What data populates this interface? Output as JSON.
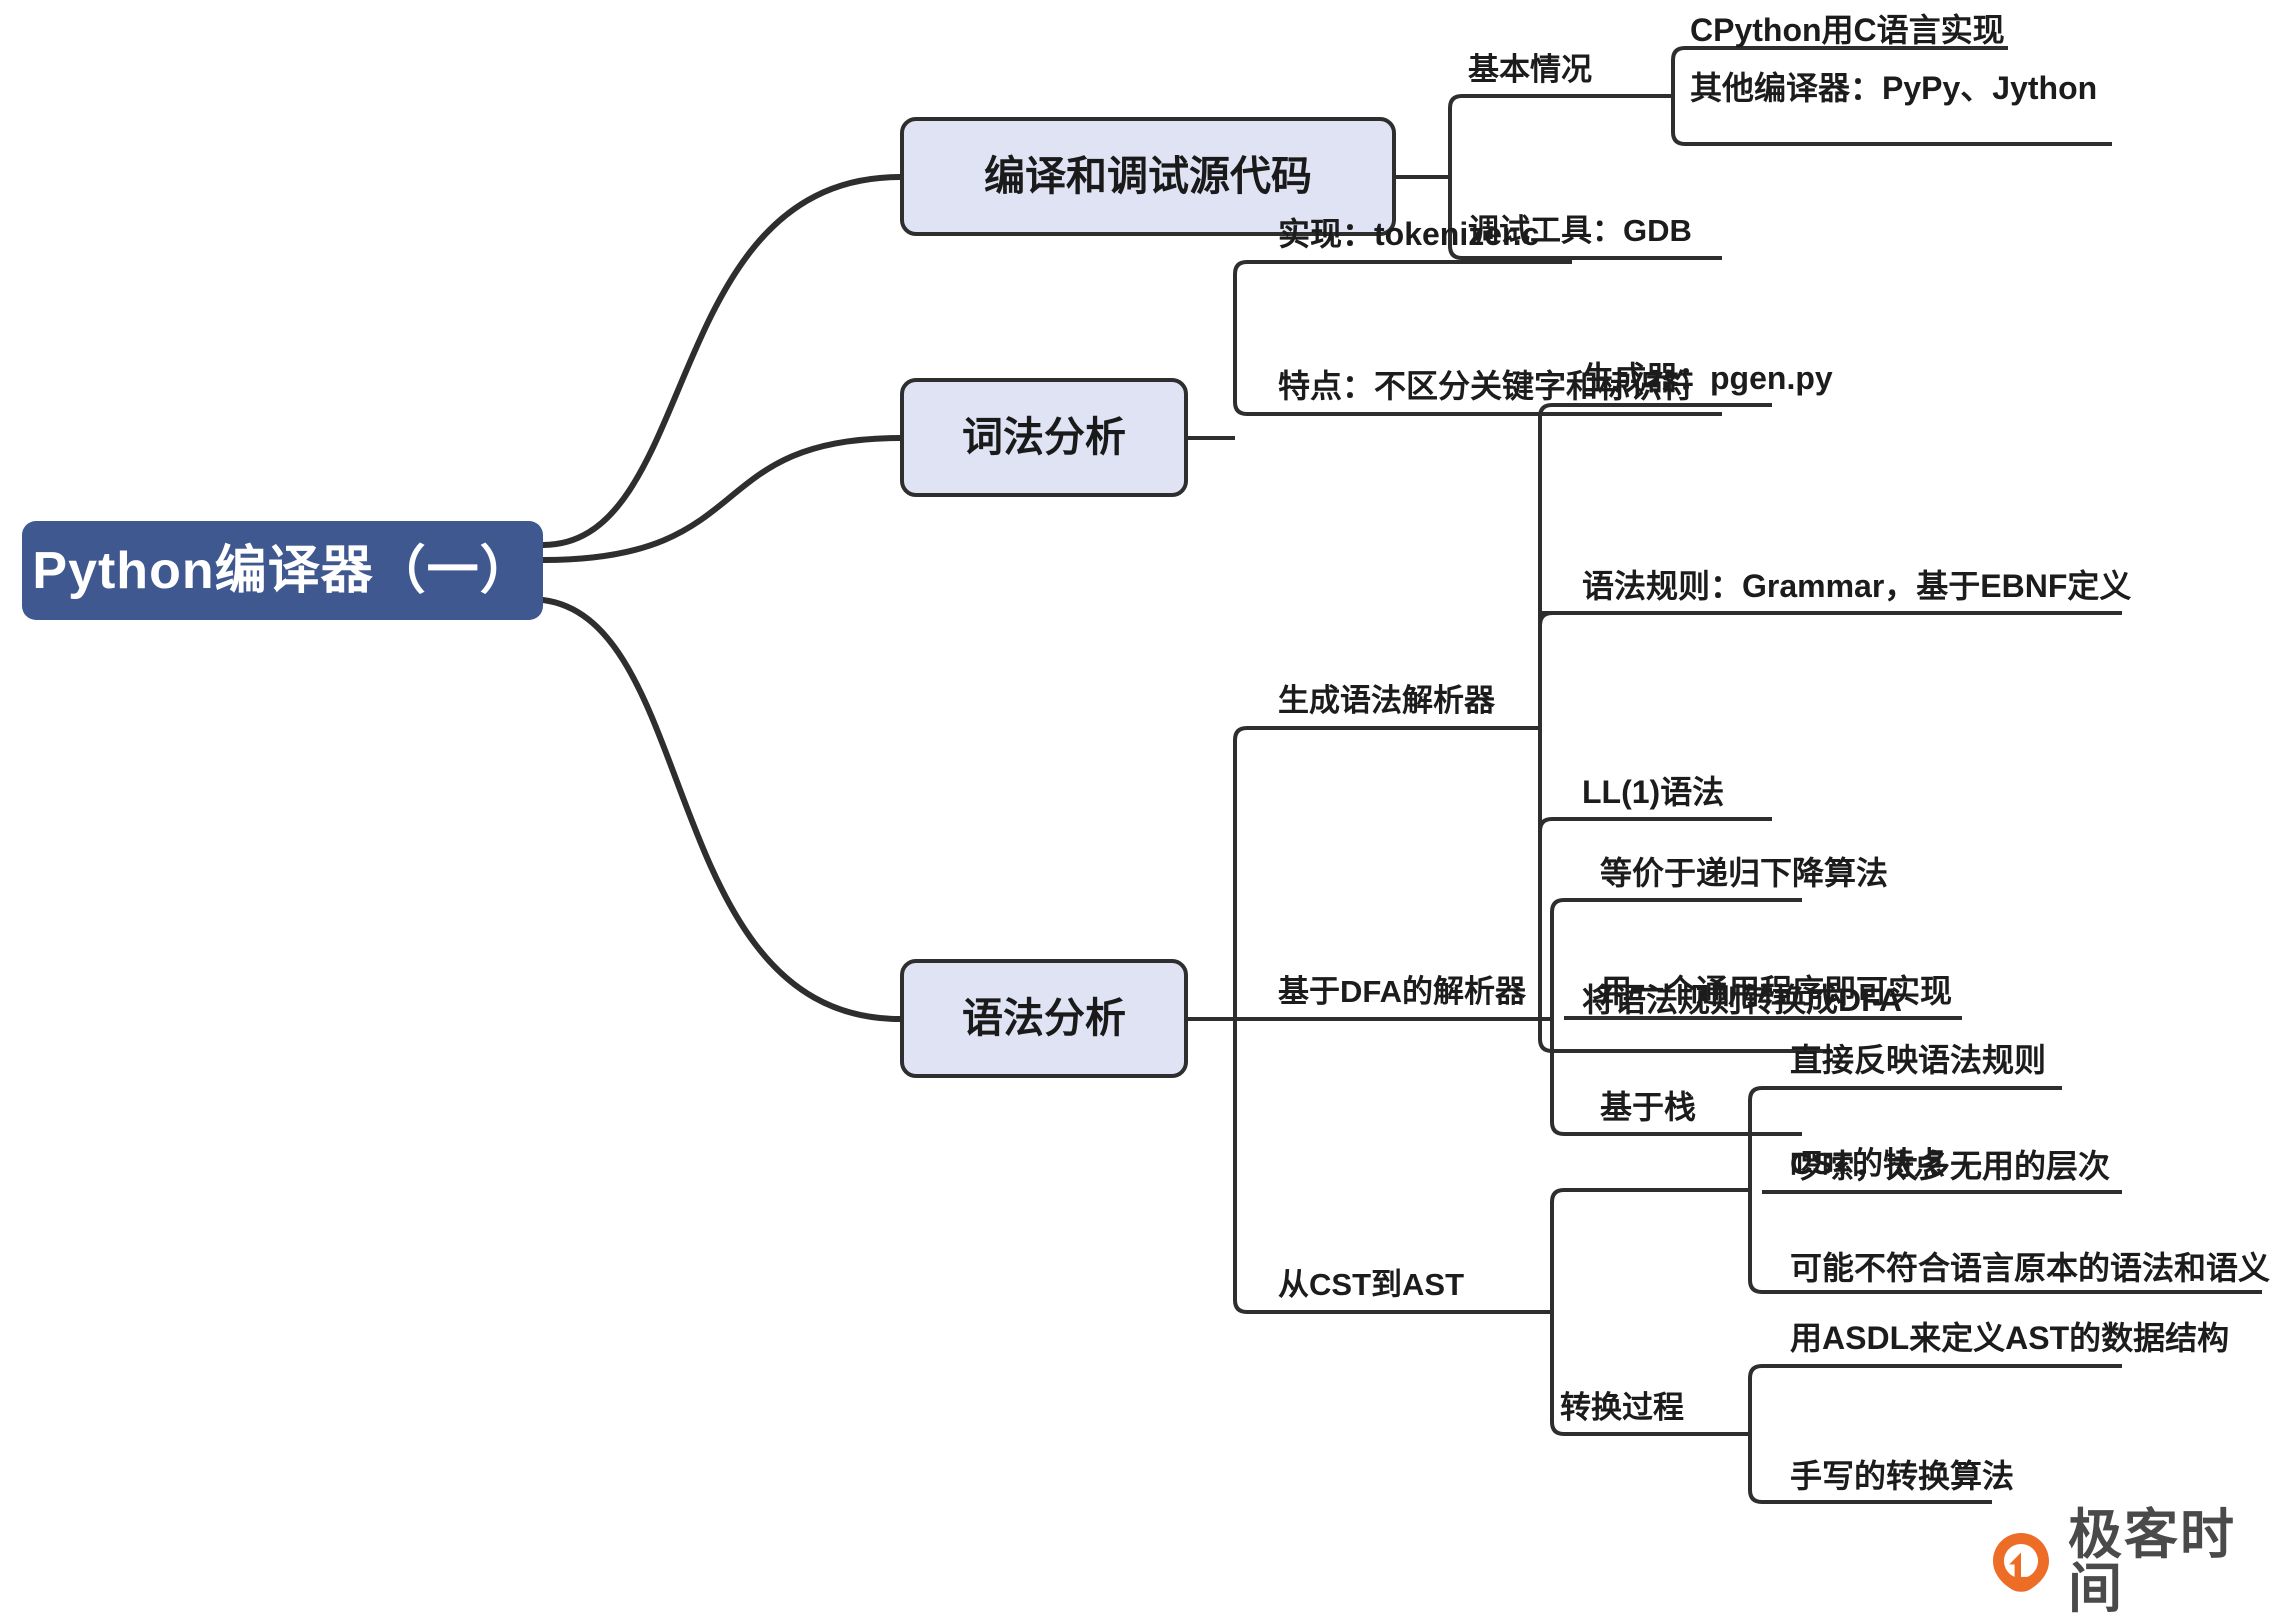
{
  "diagram": {
    "title": "Python编译器（一）",
    "root": {
      "label": "Python编译器（一）",
      "fill": "#3f588f",
      "text_color": "#ffffff"
    },
    "node_fill": "#dfe3f4",
    "node_border": "#2e2e2e",
    "branches": [
      {
        "label": "编译和调试源代码",
        "children": [
          {
            "label": "基本情况",
            "children": [
              {
                "label": "CPython用C语言实现"
              },
              {
                "label": "其他编译器：PyPy、Jython"
              }
            ]
          },
          {
            "label": "调试工具：GDB",
            "children": []
          }
        ]
      },
      {
        "label": "词法分析",
        "children": [
          {
            "label": "实现：tokenizer.c",
            "children": []
          },
          {
            "label": "特点：不区分关键字和标识符",
            "children": []
          }
        ]
      },
      {
        "label": "语法分析",
        "children": [
          {
            "label": "生成语法解析器",
            "children": [
              {
                "label": "生成器：pgen.py"
              },
              {
                "label": "语法规则：Grammar，基于EBNF定义"
              },
              {
                "label": "LL(1)语法"
              },
              {
                "label": "将语法规则转换成DFA"
              }
            ]
          },
          {
            "label": "基于DFA的解析器",
            "children": [
              {
                "label": "等价于递归下降算法"
              },
              {
                "label": "用一个通用程序即可实现"
              },
              {
                "label": "基于栈"
              }
            ]
          },
          {
            "label": "从CST到AST",
            "children": [
              {
                "label": "CST的特点"
              },
              {
                "label": "直接反映语法规则"
              },
              {
                "label": "啰嗦，太多无用的层次"
              },
              {
                "label": "可能不符合语言原本的语法和语义"
              },
              {
                "label": "转换过程"
              },
              {
                "label": "用ASDL来定义AST的数据结构"
              },
              {
                "label": "手写的转换算法"
              }
            ]
          }
        ]
      }
    ]
  },
  "watermark": {
    "brand": "极客时间",
    "logo_color": "#ed6c26",
    "text_color": "#4a4a4a"
  }
}
